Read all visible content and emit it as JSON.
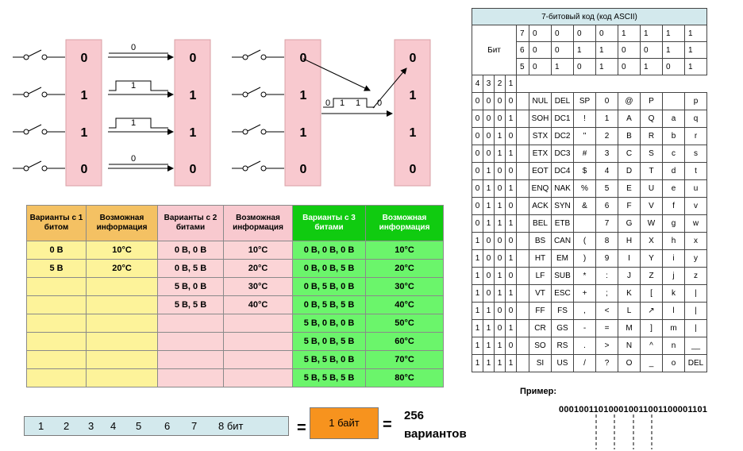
{
  "circuit": {
    "left_inputs": [
      "0",
      "1",
      "1",
      "0"
    ],
    "left_outputs": [
      "0",
      "1",
      "1",
      "0"
    ],
    "pulse_labels": [
      "0",
      "1",
      "1",
      "0"
    ],
    "right_inputs": [
      "0",
      "1",
      "1",
      "0"
    ],
    "right_outputs": [
      "0",
      "1",
      "1",
      "0"
    ],
    "serial_sequence": [
      "0",
      "1",
      "1",
      "0"
    ],
    "colors": {
      "register": "#f8c9cf",
      "register_border": "#d9a0a6"
    }
  },
  "variants_table": {
    "headers": [
      "Варианты с 1 битом",
      "Возможная информация",
      "Варианты с 2 битами",
      "Возможная информация",
      "Варианты с 3 битами",
      "Возможная информация"
    ],
    "rows": [
      [
        "0 В",
        "10°С",
        "0 В, 0 В",
        "10°С",
        "0 В, 0 В, 0 В",
        "10°С"
      ],
      [
        "5 В",
        "20°С",
        "0 В, 5 В",
        "20°С",
        "0 В, 0 В, 5 В",
        "20°С"
      ],
      [
        "",
        "",
        "5 В, 0 В",
        "30°С",
        "0 В, 5 В, 0 В",
        "30°С"
      ],
      [
        "",
        "",
        "5 В, 5 В",
        "40°С",
        "0 В, 5 В, 5 В",
        "40°С"
      ],
      [
        "",
        "",
        "",
        "",
        "5 В, 0 В, 0 В",
        "50°С"
      ],
      [
        "",
        "",
        "",
        "",
        "5 В, 0 В, 5 В",
        "60°С"
      ],
      [
        "",
        "",
        "",
        "",
        "5 В, 5 В, 0 В",
        "70°С"
      ],
      [
        "",
        "",
        "",
        "",
        "5 В, 5 В, 5 В",
        "80°С"
      ]
    ],
    "colors": {
      "group1": "#fdf39a",
      "group2": "#fbd4d6",
      "group3": "#6bf56b"
    }
  },
  "ascii": {
    "title": "7-битовый код (код ASCII)",
    "bit_label": "Бит",
    "bit_rows": [
      [
        "7",
        "0",
        "0",
        "0",
        "0",
        "1",
        "1",
        "1",
        "1"
      ],
      [
        "6",
        "0",
        "0",
        "1",
        "1",
        "0",
        "0",
        "1",
        "1"
      ],
      [
        "5",
        "0",
        "1",
        "0",
        "1",
        "0",
        "1",
        "0",
        "1"
      ]
    ],
    "low_bits_header": [
      "4",
      "3",
      "2",
      "1"
    ],
    "rows": [
      {
        "bits": [
          "0",
          "0",
          "0",
          "0"
        ],
        "chars": [
          "NUL",
          "DEL",
          "SP",
          "0",
          "@",
          "P",
          "",
          "p"
        ]
      },
      {
        "bits": [
          "0",
          "0",
          "0",
          "1"
        ],
        "chars": [
          "SOH",
          "DC1",
          "!",
          "1",
          "A",
          "Q",
          "a",
          "q"
        ]
      },
      {
        "bits": [
          "0",
          "0",
          "1",
          "0"
        ],
        "chars": [
          "STX",
          "DC2",
          "\"",
          "2",
          "B",
          "R",
          "b",
          "r"
        ]
      },
      {
        "bits": [
          "0",
          "0",
          "1",
          "1"
        ],
        "chars": [
          "ETX",
          "DC3",
          "#",
          "3",
          "C",
          "S",
          "c",
          "s"
        ]
      },
      {
        "bits": [
          "0",
          "1",
          "0",
          "0"
        ],
        "chars": [
          "EOT",
          "DC4",
          "$",
          "4",
          "D",
          "T",
          "d",
          "t"
        ]
      },
      {
        "bits": [
          "0",
          "1",
          "0",
          "1"
        ],
        "chars": [
          "ENQ",
          "NAK",
          "%",
          "5",
          "E",
          "U",
          "e",
          "u"
        ]
      },
      {
        "bits": [
          "0",
          "1",
          "1",
          "0"
        ],
        "chars": [
          "ACK",
          "SYN",
          "&",
          "6",
          "F",
          "V",
          "f",
          "v"
        ]
      },
      {
        "bits": [
          "0",
          "1",
          "1",
          "1"
        ],
        "chars": [
          "BEL",
          "ETB",
          "",
          "7",
          "G",
          "W",
          "g",
          "w"
        ]
      },
      {
        "bits": [
          "1",
          "0",
          "0",
          "0"
        ],
        "chars": [
          "BS",
          "CAN",
          "(",
          "8",
          "H",
          "X",
          "h",
          "x"
        ]
      },
      {
        "bits": [
          "1",
          "0",
          "0",
          "1"
        ],
        "chars": [
          "HT",
          "EM",
          ")",
          "9",
          "I",
          "Y",
          "i",
          "y"
        ]
      },
      {
        "bits": [
          "1",
          "0",
          "1",
          "0"
        ],
        "chars": [
          "LF",
          "SUB",
          "*",
          ":",
          "J",
          "Z",
          "j",
          "z"
        ]
      },
      {
        "bits": [
          "1",
          "0",
          "1",
          "1"
        ],
        "chars": [
          "VT",
          "ESC",
          "+",
          ";",
          "K",
          "[",
          "k",
          "|"
        ]
      },
      {
        "bits": [
          "1",
          "1",
          "0",
          "0"
        ],
        "chars": [
          "FF",
          "FS",
          ",",
          "<",
          "L",
          "↗",
          "l",
          "|"
        ]
      },
      {
        "bits": [
          "1",
          "1",
          "0",
          "1"
        ],
        "chars": [
          "CR",
          "GS",
          "-",
          "=",
          "M",
          "]",
          "m",
          "|"
        ]
      },
      {
        "bits": [
          "1",
          "1",
          "1",
          "0"
        ],
        "chars": [
          "SO",
          "RS",
          ".",
          ">",
          "N",
          "^",
          "n",
          "__"
        ]
      },
      {
        "bits": [
          "1",
          "1",
          "1",
          "1"
        ],
        "chars": [
          "SI",
          "US",
          "/",
          "?",
          "O",
          "_",
          "o",
          "DEL"
        ]
      }
    ]
  },
  "bits_bar": {
    "labels": [
      "1",
      "2",
      "3",
      "4",
      "5",
      "6",
      "7",
      "8 бит"
    ],
    "color": "#d3e9ed"
  },
  "equals_sign": "=",
  "byte_box": {
    "label": "1 байт",
    "color": "#f7931e"
  },
  "variants_count": {
    "number": "256",
    "word": "вариантов"
  },
  "example": {
    "label": "Пример:",
    "code": "000100110100010011001100001101"
  }
}
